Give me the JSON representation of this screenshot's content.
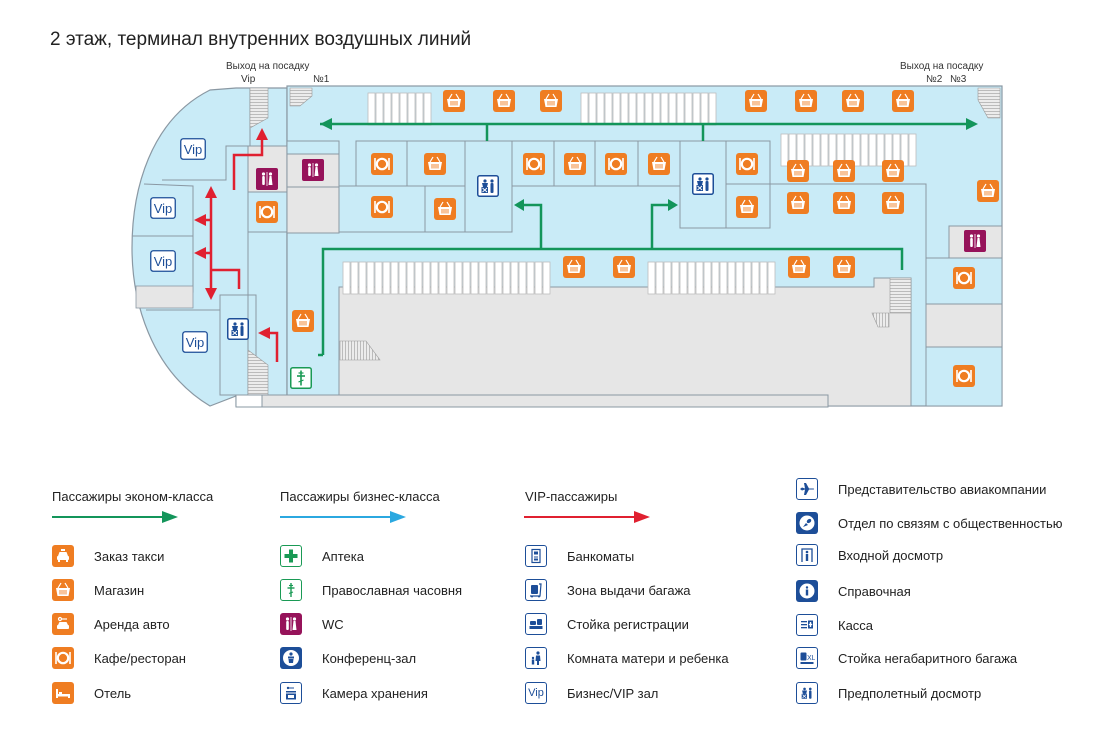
{
  "title": "2 этаж, терминал внутренних воздушных линий",
  "gates": {
    "left": {
      "heading": "Выход на посадку",
      "vip": "Vip",
      "no1": "№1"
    },
    "right": {
      "heading": "Выход на посадку",
      "no2": "№2",
      "no3": "№3"
    }
  },
  "map": {
    "vip_lounges": [
      "Vip",
      "Vip",
      "Vip",
      "Vip"
    ]
  },
  "colors": {
    "economy_route": "#13955a",
    "business_route": "#2ba8e0",
    "vip_route": "#e02030",
    "service_orange": "#ef7d22",
    "wc_maroon": "#96135a",
    "info_blue": "#1d4e98",
    "zone_light_blue": "#c9ebf7",
    "zone_grey": "#e6e6e6"
  },
  "legend": {
    "routes": [
      {
        "label": "Пассажиры эконом-класса",
        "color": "#13955a"
      },
      {
        "label": "Пассажиры бизнес-класса",
        "color": "#2ba8e0"
      },
      {
        "label": "VIP-пассажиры",
        "color": "#e02030"
      }
    ],
    "col1": [
      {
        "icon": "taxi-icon",
        "label": "Заказ такси"
      },
      {
        "icon": "shop-basket-icon",
        "label": "Магазин"
      },
      {
        "icon": "car-rental-icon",
        "label": "Аренда авто"
      },
      {
        "icon": "cafe-restaurant-icon",
        "label": "Кафе/ресторан"
      },
      {
        "icon": "hotel-bed-icon",
        "label": "Отель"
      }
    ],
    "col2": [
      {
        "icon": "pharmacy-cross-icon",
        "label": "Аптека"
      },
      {
        "icon": "orthodox-chapel-icon",
        "label": "Православная часовня"
      },
      {
        "icon": "wc-icon",
        "label": "WC"
      },
      {
        "icon": "conference-hall-icon",
        "label": "Конференц-зал"
      },
      {
        "icon": "luggage-storage-icon",
        "label": "Камера хранения"
      }
    ],
    "col3": [
      {
        "icon": "atm-icon",
        "label": "Банкоматы"
      },
      {
        "icon": "baggage-claim-icon",
        "label": "Зона выдачи багажа"
      },
      {
        "icon": "check-in-desk-icon",
        "label": "Стойка регистрации"
      },
      {
        "icon": "mother-child-room-icon",
        "label": "Комната матери и ребенка"
      },
      {
        "icon": "vip-lounge-icon",
        "label": "Бизнес/VIP зал",
        "text": "Vip"
      }
    ],
    "col4": [
      {
        "icon": "airline-office-plane-icon",
        "label": "Представительство авиакомпании"
      },
      {
        "icon": "public-relations-icon",
        "label": "Отдел по связям с общественностью"
      },
      {
        "icon": "entrance-screening-icon",
        "label": "Входной досмотр"
      },
      {
        "icon": "information-icon",
        "label": "Справочная"
      },
      {
        "icon": "ticket-office-icon",
        "label": "Касса"
      },
      {
        "icon": "oversize-baggage-icon",
        "label": "Стойка негабаритного багажа",
        "text": "XL"
      },
      {
        "icon": "pre-flight-screening-icon",
        "label": "Предполетный досмотр"
      }
    ]
  }
}
